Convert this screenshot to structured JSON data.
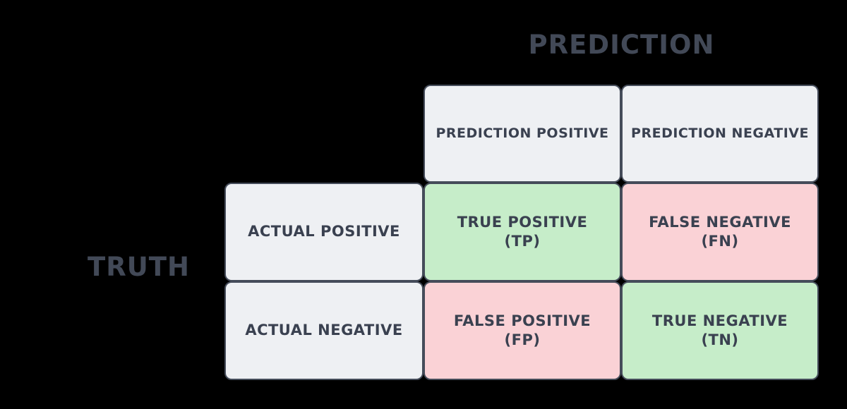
{
  "diagram": {
    "column_axis_title": "PREDICTION",
    "row_axis_title": "TRUTH",
    "column_headers": [
      {
        "label": "PREDICTION POSITIVE"
      },
      {
        "label": "PREDICTION NEGATIVE"
      }
    ],
    "row_headers": [
      {
        "label": "ACTUAL POSITIVE"
      },
      {
        "label": "ACTUAL NEGATIVE"
      }
    ],
    "cells": [
      {
        "label": "TRUE POSITIVE",
        "abbr": "(TP)",
        "outcome": "correct"
      },
      {
        "label": "FALSE NEGATIVE",
        "abbr": "(FN)",
        "outcome": "incorrect"
      },
      {
        "label": "FALSE POSITIVE",
        "abbr": "(FP)",
        "outcome": "incorrect"
      },
      {
        "label": "TRUE NEGATIVE",
        "abbr": "(TN)",
        "outcome": "correct"
      }
    ],
    "colors": {
      "correct_bg": "#c6edc9",
      "incorrect_bg": "#fad2d6",
      "header_bg": "#eef0f3",
      "border": "#454c5a",
      "text": "#3a4150",
      "title_text": "#424957",
      "background": "#000000"
    }
  }
}
